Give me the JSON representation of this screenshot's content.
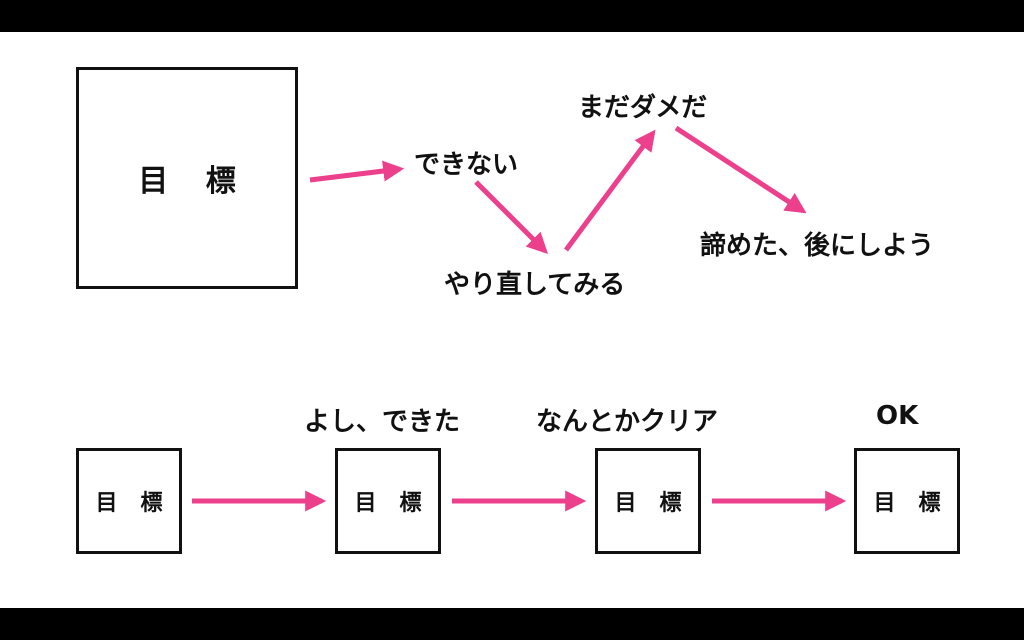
{
  "colors": {
    "arrow": "#ec3f8c",
    "border": "#111111",
    "background": "#ffffff",
    "letterbox": "#000000"
  },
  "top_flow": {
    "goal_box": "目 標",
    "steps": [
      "できない",
      "やり直してみる",
      "まだダメだ",
      "諦めた、後にしよう"
    ]
  },
  "bottom_flow": {
    "boxes": [
      "目 標",
      "目 標",
      "目 標",
      "目 標"
    ],
    "captions": [
      "よし、できた",
      "なんとかクリア",
      "OK"
    ]
  }
}
